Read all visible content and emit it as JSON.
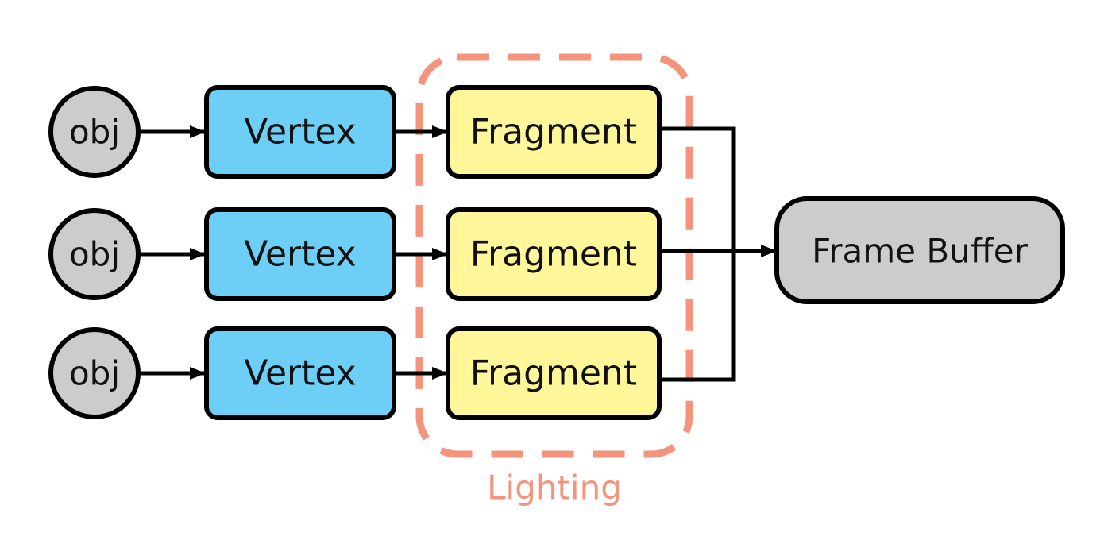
{
  "nodes": {
    "obj_label": "obj",
    "vertex_label": "Vertex",
    "fragment_label": "Fragment",
    "framebuffer_label": "Frame Buffer"
  },
  "group": {
    "label": "Lighting"
  },
  "colors": {
    "obj_fill": "#cccccc",
    "vertex_fill": "#6dcff6",
    "fragment_fill": "#fff799",
    "framebuffer_fill": "#cccccc",
    "outline": "#000000",
    "lighting_accent": "#f4947c"
  }
}
